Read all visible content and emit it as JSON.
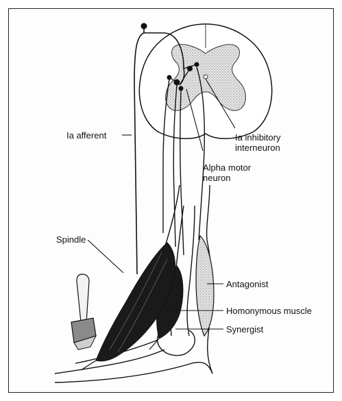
{
  "labels": {
    "ia_afferent": "Ia afferent",
    "ia_inhibitory_line1": "Ia inhibitory",
    "ia_inhibitory_line2": "interneuron",
    "alpha_motor_line1": "Alpha motor",
    "alpha_motor_line2": "neuron",
    "spindle": "Spindle",
    "antagonist": "Antagonist",
    "homonymous_muscle": "Homonymous muscle",
    "synergist": "Synergist"
  },
  "colors": {
    "ink": "#111111",
    "gray_matter": "#cfcfcf",
    "muscle_dark": "#1a1a1a",
    "antagonist_fill": "#d4d4d4"
  },
  "icons": {
    "hammer": "reflex-hammer-icon"
  }
}
